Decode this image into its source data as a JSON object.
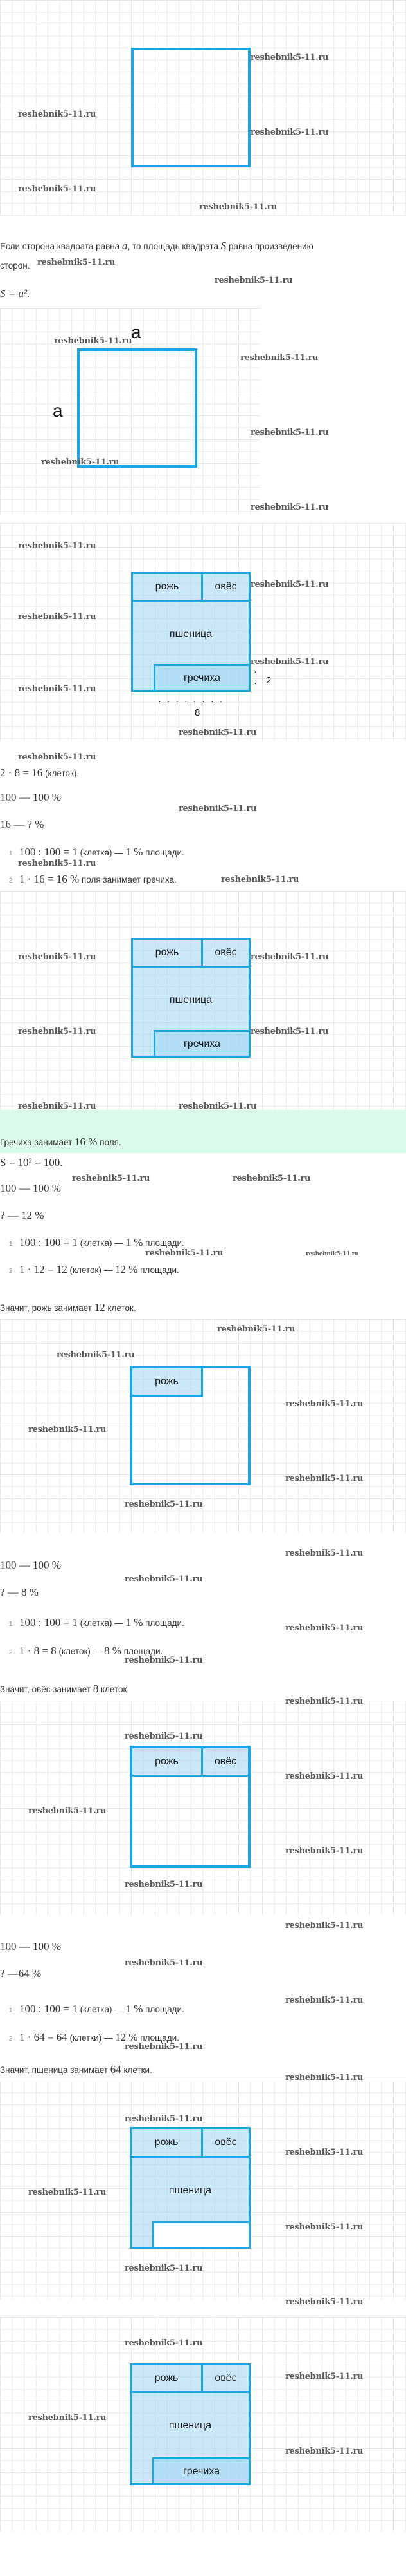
{
  "watermark": "reshebnik5-11.ru",
  "colors": {
    "shape_stroke": "#1aa6e2",
    "shape_fill": "#c9e9f8",
    "answer_band": "#dafbea",
    "grid_line": "#e6e6e6"
  },
  "intro": {
    "rule_line1_a": "Если сторона квадрата равна ",
    "rule_var_a": "a",
    "rule_line1_b": ", то площадь квадрата ",
    "rule_var_S": "S",
    "rule_line1_c": " равна произведению",
    "rule_line2": "сторон.",
    "formula": "S = a².",
    "side_label_top": "a",
    "side_label_left": "a"
  },
  "field_labels": {
    "rye": "рожь",
    "oats": "овёс",
    "wheat": "пшеница",
    "buckwheat": "гречиха"
  },
  "buckwheat_dims": {
    "height": "2",
    "width": "8"
  },
  "step_buckwheat": {
    "calc": "2 · 8 = 16",
    "calc_unit": " (клеток).",
    "prop1": "100 — 100 %",
    "prop2": "16 — ? %",
    "list": [
      {
        "n": "1",
        "math": "100 : 100 = 1",
        "text1": " (клетка) — ",
        "math2": "1 %",
        "text2": " площади."
      },
      {
        "n": "2",
        "math": "1 · 16 = 16 %",
        "text1": " поля занимает гречиха.",
        "math2": "",
        "text2": ""
      }
    ],
    "answer_a": "Гречиха занимает ",
    "answer_math": "16 %",
    "answer_b": " поля."
  },
  "step_rye": {
    "area": "S = 10² = 100.",
    "prop1": "100 — 100 %",
    "prop2": "? — 12 %",
    "list": [
      {
        "n": "1",
        "math": "100 : 100 = 1",
        "text1": " (клетка) — ",
        "math2": "1 %",
        "text2": " площади."
      },
      {
        "n": "2",
        "math": "1 · 12 = 12",
        "text1": " (клеток) — ",
        "math2": "12 %",
        "text2": " площади."
      }
    ],
    "conclusion_a": "Значит, рожь занимает ",
    "conclusion_math": "12",
    "conclusion_b": " клеток."
  },
  "step_oats": {
    "prop1": "100 — 100 %",
    "prop2": "? — 8 %",
    "list": [
      {
        "n": "1",
        "math": "100 : 100 = 1",
        "text1": " (клетка) — ",
        "math2": "1 %",
        "text2": " площади."
      },
      {
        "n": "2",
        "math": "1 · 8 = 8",
        "text1": " (клеток) — ",
        "math2": "8 %",
        "text2": " площади."
      }
    ],
    "conclusion_a": "Значит, овёс занимает ",
    "conclusion_math": "8",
    "conclusion_b": " клеток."
  },
  "step_wheat": {
    "prop1": "100 — 100 %",
    "prop2": "? —64 %",
    "list": [
      {
        "n": "1",
        "math": "100 : 100 = 1",
        "text1": " (клетка) — ",
        "math2": "1 %",
        "text2": " площади."
      },
      {
        "n": "2",
        "math": "1 · 64 = 64",
        "text1": " (клетки) — ",
        "math2": "12 %",
        "text2": " площади."
      }
    ],
    "conclusion_a": "Значит, пшеница занимает ",
    "conclusion_math": "64",
    "conclusion_b": " клетки."
  }
}
